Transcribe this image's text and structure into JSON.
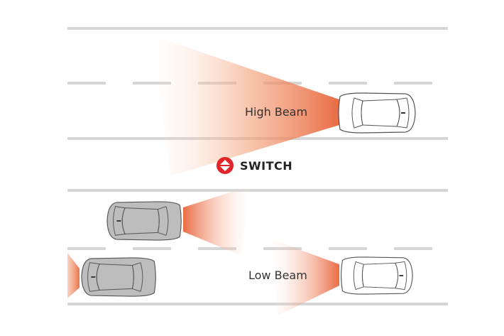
{
  "labels": {
    "high_beam": "High Beam",
    "low_beam": "Low Beam",
    "switch": "SWITCH"
  },
  "colors": {
    "beam": "#e8643a",
    "switch_icon": "#e0262b",
    "road_line": "#d6d6d6",
    "oncoming_car": "#bdbdbd",
    "own_car": "#ffffff"
  }
}
